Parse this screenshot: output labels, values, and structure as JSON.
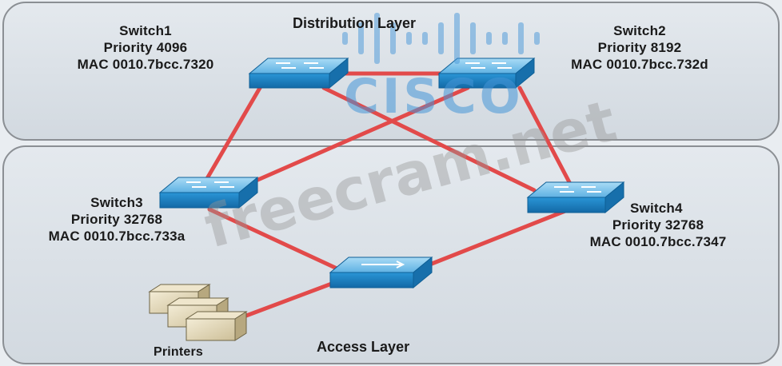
{
  "layers": {
    "distribution": "Distribution Layer",
    "access": "Access Layer"
  },
  "switches": {
    "switch1": {
      "name": "Switch1",
      "priority": "Priority 4096",
      "mac": "MAC 0010.7bcc.7320"
    },
    "switch2": {
      "name": "Switch2",
      "priority": "Priority 8192",
      "mac": "MAC 0010.7bcc.732d"
    },
    "switch3": {
      "name": "Switch3",
      "priority": "Priority 32768",
      "mac": "MAC 0010.7bcc.733a"
    },
    "switch4": {
      "name": "Switch4",
      "priority": "Priority 32768",
      "mac": "MAC 0010.7bcc.7347"
    }
  },
  "printers_label": "Printers",
  "watermarks": {
    "brand": "CISCO",
    "site": "freecram.net"
  },
  "colors": {
    "link": "#e24a4a",
    "switch_top": "#7fc3ec",
    "switch_front": "#1f87c9",
    "panel": "#d8dfe6",
    "panel_border": "#8b8f94"
  }
}
